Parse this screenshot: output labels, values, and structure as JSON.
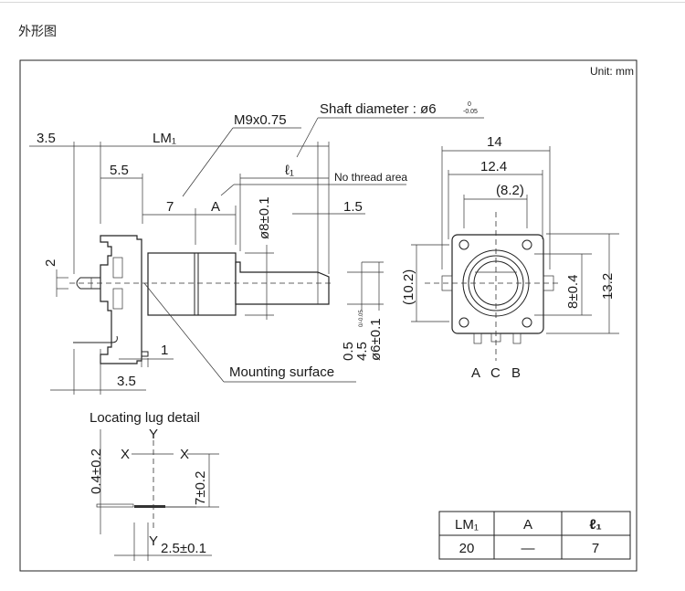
{
  "page": {
    "title": "外形图"
  },
  "drawing": {
    "unit": "Unit: mm",
    "labels": {
      "shaft_diameter": "Shaft diameter : ø6",
      "shaft_tol_upper": "0",
      "shaft_tol_lower": "-0.05",
      "m9": "M9x0.75",
      "dim_3_5_top": "3.5",
      "lm1": "LM₁",
      "dim_5_5": "5.5",
      "dim_7": "7",
      "dim_a": "A",
      "l1": "ℓ₁",
      "no_thread": "No thread area",
      "dim_1_5": "1.5",
      "dim_phi8": "ø8±0.1",
      "dim_2": "2",
      "dim_1": "1",
      "dim_3_5_bottom": "3.5",
      "mounting": "Mounting surface",
      "dim_0_5": "0.5",
      "dim_4_5": "4.5",
      "dim_4_5_tol": "0/-0.05",
      "dim_phi6": "ø6±0.1",
      "dim_14": "14",
      "dim_12_4": "12.4",
      "dim_8_2": "(8.2)",
      "dim_10_2": "(10.2)",
      "dim_8_04": "8±0.4",
      "dim_13_2": "13.2",
      "term_a": "A",
      "term_c": "C",
      "term_b": "B"
    },
    "lug": {
      "title": "Locating lug detail",
      "y_top": "Y",
      "y_bottom": "Y",
      "x_left": "X",
      "x_right": "X",
      "dim_04": "0.4±0.2",
      "dim_7": "7±0.2",
      "dim_25": "2.5±0.1"
    },
    "table": {
      "headers": [
        "LM₁",
        "A",
        "ℓ₁"
      ],
      "rows": [
        [
          "20",
          "—",
          "7"
        ]
      ]
    }
  }
}
